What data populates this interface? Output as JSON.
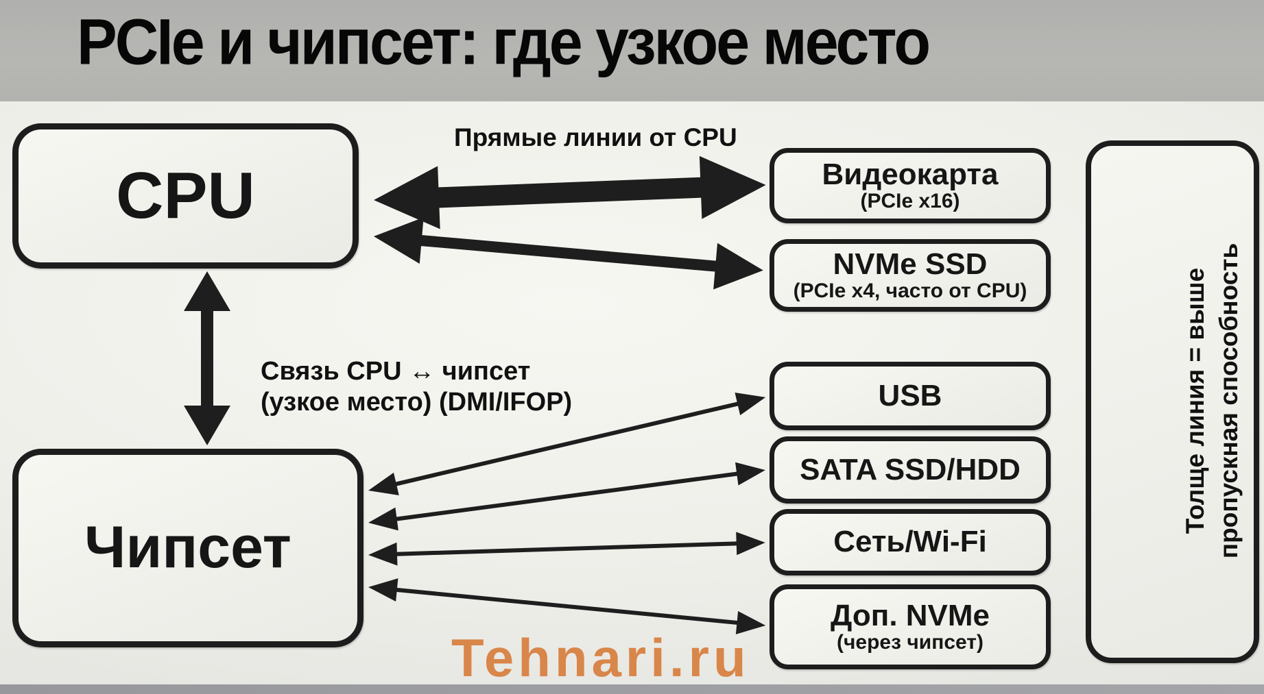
{
  "title": "PCIe и чипсет: где узкое место",
  "top_label": "Прямые линии от CPU",
  "link_label": {
    "line1": "Связь CPU ↔ чипсет",
    "line2": "(узкое место) (DMI/IFOP)"
  },
  "nodes": {
    "cpu": "CPU",
    "chipset": "Чипсет"
  },
  "devices": [
    {
      "title": "Видеокарта",
      "subtitle": "(PCIe x16)"
    },
    {
      "title": "NVMe SSD",
      "subtitle": "(PCIe x4, часто от CPU)"
    },
    {
      "title": "USB"
    },
    {
      "title": "SATA SSD/HDD"
    },
    {
      "title": "Сеть/Wi-Fi"
    },
    {
      "title": "Доп. NVMe",
      "subtitle": "(через чипсет)"
    }
  ],
  "legend": {
    "line1": "Толще линия = выше",
    "line2": "пропускная способность"
  },
  "watermark": "Tehnari.ru",
  "colors": {
    "ink": "#1e1e1e",
    "accent_orange": "#d9864a",
    "band_gray": "#b4b4b1"
  }
}
